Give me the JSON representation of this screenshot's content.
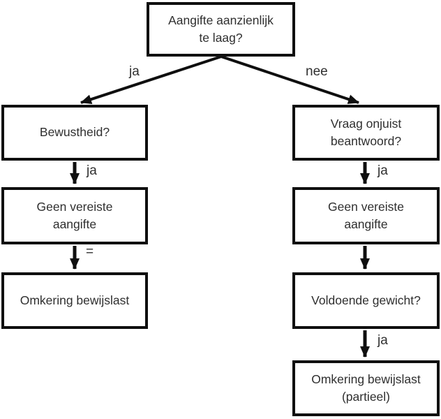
{
  "flowchart": {
    "nodes": {
      "root": "Aangifte aanzienlijk\nte laag?",
      "left_awareness": "Bewustheid?",
      "left_no_required_return": "Geen vereiste\naangifte",
      "left_reversal": "Omkering bewijslast",
      "right_question": "Vraag onjuist\nbeantwoord?",
      "right_no_required_return": "Geen vereiste\naangifte",
      "right_weight": "Voldoende gewicht?",
      "right_reversal_partial": "Omkering bewijslast\n(partieel)"
    },
    "edge_labels": {
      "branch_yes": "ja",
      "branch_no": "nee",
      "awareness_yes": "ja",
      "equals": "=",
      "question_yes": "ja",
      "weight_yes": "ja"
    },
    "colors": {
      "border": "#0f0f0f",
      "arrow": "#0f0f0f",
      "text": "#2f2f2f",
      "background": "#ffffff"
    }
  }
}
